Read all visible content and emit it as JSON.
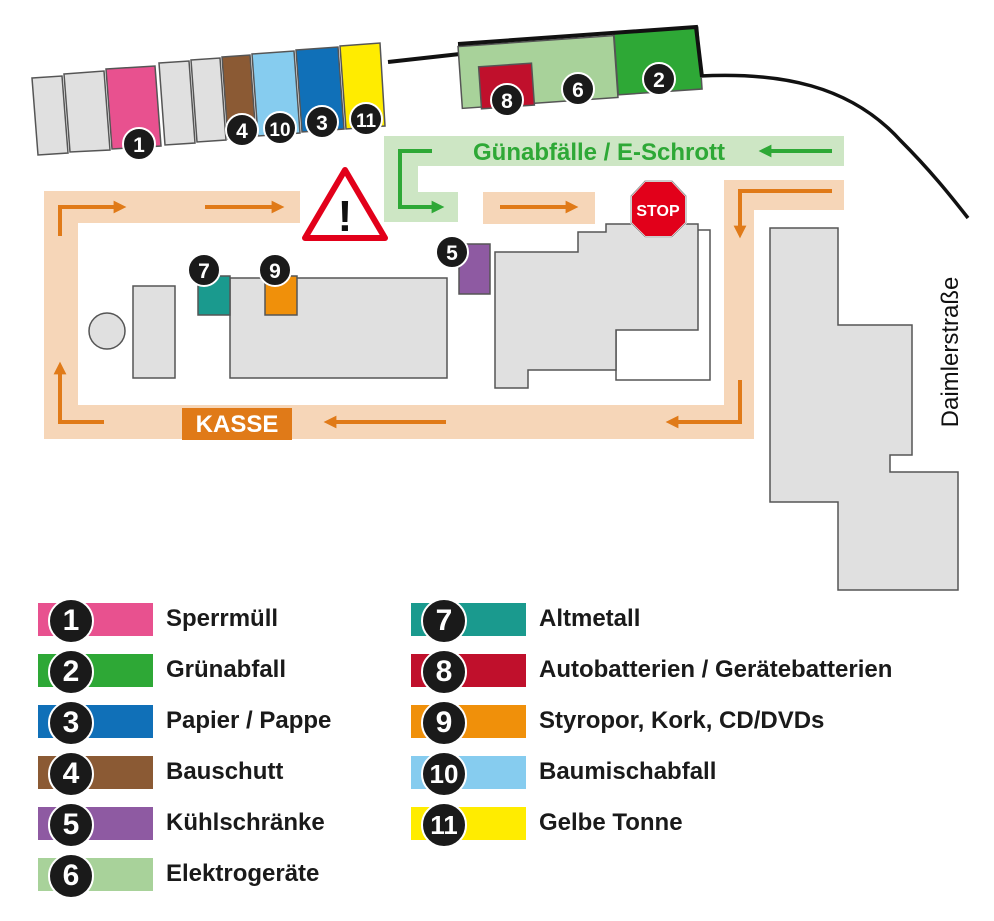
{
  "map": {
    "green_route_label": "Günabfälle / E-Schrott",
    "cashier_label": "KASSE",
    "stop_label": "STOP",
    "street_label": "Daimlerstraße",
    "warning_symbol": "!",
    "icons": [
      "warning-triangle-icon",
      "stop-sign-icon",
      "arrow-icon"
    ]
  },
  "colors": {
    "sperrmuell": "#e8518f",
    "gruenabfall": "#2ea836",
    "papier": "#1070b8",
    "bauschutt": "#8b5a34",
    "kuehlschraenke": "#8e5aa2",
    "elektrogeraete": "#a8d29a",
    "altmetall": "#1a9a8e",
    "batterien": "#c0102c",
    "styropor": "#f0900a",
    "baumischabfall": "#86ccef",
    "gelbe_tonne": "#ffec00",
    "route_orange": "#e07a18",
    "route_band": "#f6d6b8",
    "green_band": "#cde6c4",
    "building_gray": "#e0e0e0"
  },
  "containers": {
    "c1": "1",
    "c2": "2",
    "c3": "3",
    "c4": "4",
    "c5": "5",
    "c6": "6",
    "c7": "7",
    "c8": "8",
    "c9": "9",
    "c10": "10",
    "c11": "11"
  },
  "legend": {
    "items": [
      {
        "number": "1",
        "label": "Sperrmüll",
        "color": "#e8518f"
      },
      {
        "number": "2",
        "label": "Grünabfall",
        "color": "#2ea836"
      },
      {
        "number": "3",
        "label": "Papier / Pappe",
        "color": "#1070b8"
      },
      {
        "number": "4",
        "label": "Bauschutt",
        "color": "#8b5a34"
      },
      {
        "number": "5",
        "label": "Kühlschränke",
        "color": "#8e5aa2"
      },
      {
        "number": "6",
        "label": "Elektrogeräte",
        "color": "#a8d29a"
      },
      {
        "number": "7",
        "label": "Altmetall",
        "color": "#1a9a8e"
      },
      {
        "number": "8",
        "label": "Autobatterien / Gerätebatterien",
        "color": "#c0102c"
      },
      {
        "number": "9",
        "label": "Styropor, Kork, CD/DVDs",
        "color": "#f0900a"
      },
      {
        "number": "10",
        "label": "Baumischabfall",
        "color": "#86ccef"
      },
      {
        "number": "11",
        "label": "Gelbe Tonne",
        "color": "#ffec00"
      }
    ]
  }
}
